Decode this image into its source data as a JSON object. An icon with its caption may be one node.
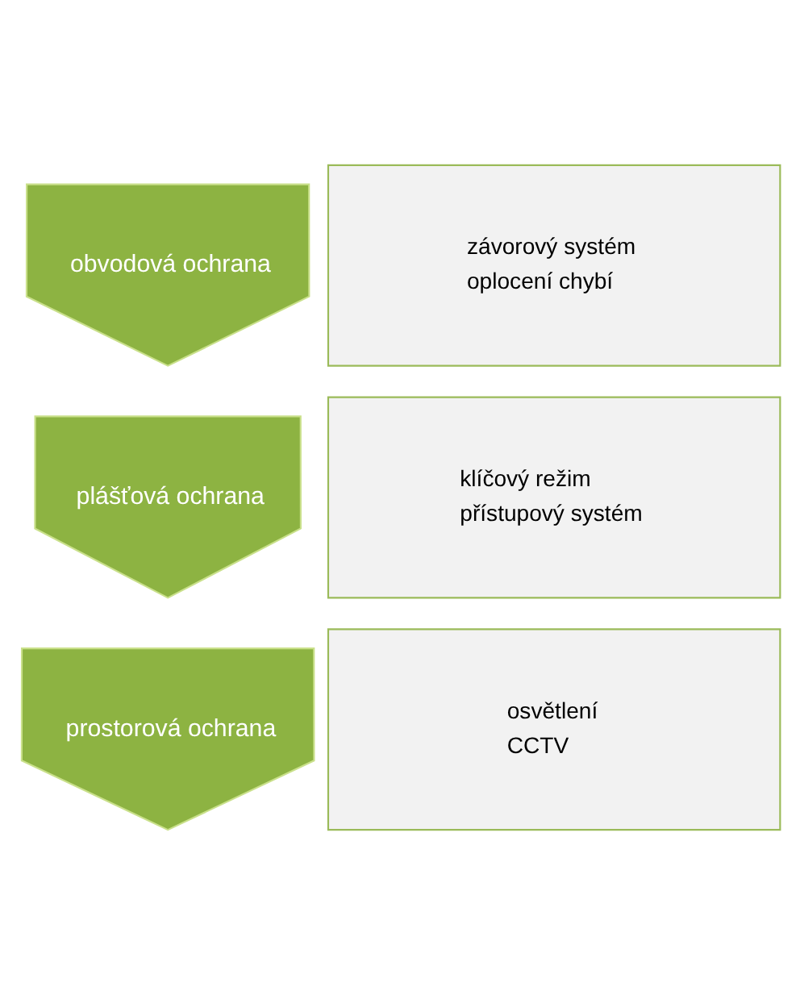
{
  "diagram": {
    "nodes": [
      {
        "text": [
          "obvodová ochrana"
        ]
      },
      {
        "text": [
          "závorový systém",
          "oplocení chybí"
        ]
      },
      {
        "text": [
          "plášťová ochrana"
        ]
      },
      {
        "text": [
          "klíčový režim",
          "přístupový systém"
        ]
      },
      {
        "text": [
          "prostorová ochrana"
        ]
      },
      {
        "text": [
          "osvětlení",
          "CCTV"
        ]
      }
    ]
  }
}
